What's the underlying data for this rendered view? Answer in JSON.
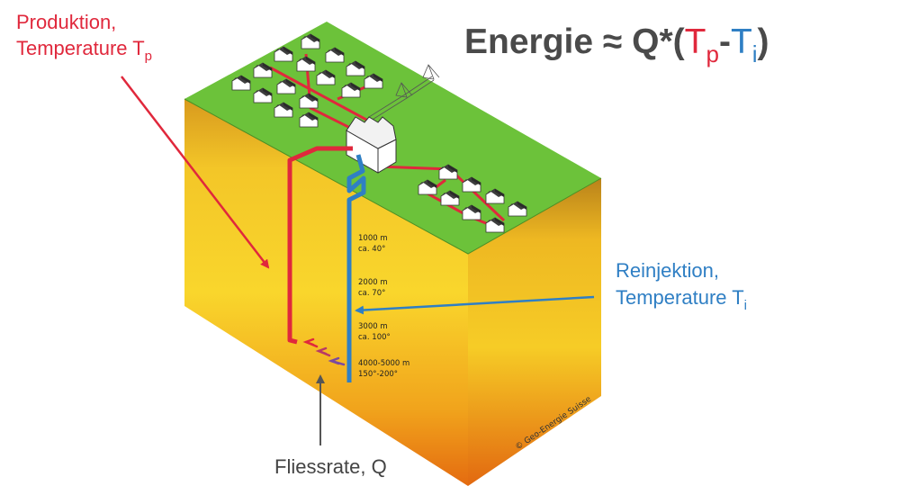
{
  "formula": {
    "prefix": "Energie ≈ Q*(",
    "tp_letter": "T",
    "tp_sub": "p",
    "minus": "-",
    "ti_letter": "T",
    "ti_sub": "i",
    "suffix": ")"
  },
  "production_label": {
    "line1": "Produktion,",
    "line2_text": "Temperature T",
    "line2_sub": "p"
  },
  "reinjection_label": {
    "line1": "Reinjektion,",
    "line2_text": "Temperature T",
    "line2_sub": "i"
  },
  "flow_label": "Fliessrate, Q",
  "depths": [
    {
      "depth": "1000 m",
      "temp": "ca. 40°"
    },
    {
      "depth": "2000 m",
      "temp": "ca. 70°"
    },
    {
      "depth": "3000 m",
      "temp": "ca. 100°"
    },
    {
      "depth": "4000-5000 m",
      "temp": "150°-200°"
    }
  ],
  "copyright": "© Geo-Energie Suisse",
  "colors": {
    "production": "#e0283c",
    "injection": "#2f7fc4",
    "formula_text": "#4a4a4a",
    "label_gray": "#444444",
    "ground_top": "#6cc23a",
    "rock_top": "#e9a524",
    "rock_mid": "#f7d026",
    "rock_bottom": "#ec7a12"
  }
}
